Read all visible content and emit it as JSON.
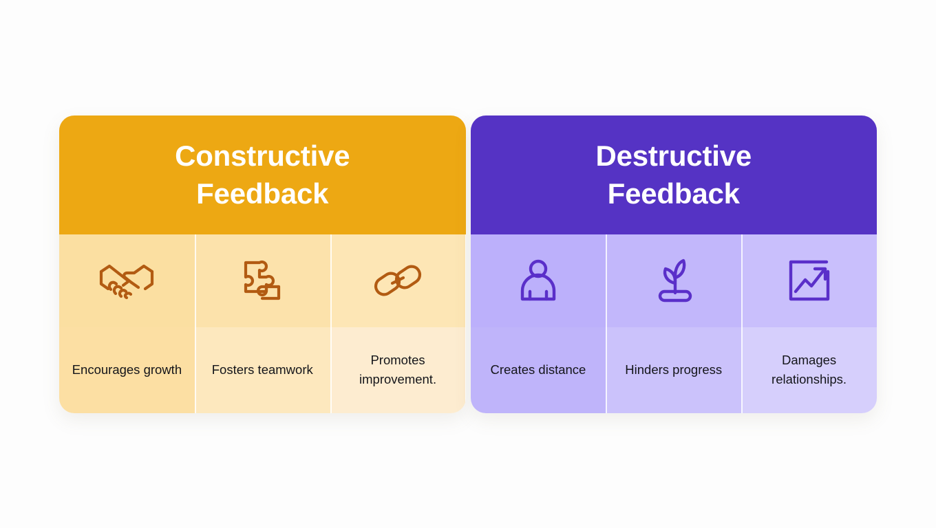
{
  "background_color": "#fdfdfd",
  "panels": [
    {
      "id": "constructive",
      "title": "Constructive Feedback",
      "header_color": "#eda813",
      "icon_color": "#b25b12",
      "text_color": "#14151a",
      "columns": [
        {
          "icon": "handshake-icon",
          "caption": "Encourages growth"
        },
        {
          "icon": "puzzle-piece-icon",
          "caption": "Fosters teamwork"
        },
        {
          "icon": "chain-link-icon",
          "caption": "Promotes improvement."
        }
      ]
    },
    {
      "id": "destructive",
      "title": "Destructive Feedback",
      "header_color": "#5533c4",
      "icon_color": "#5a2fc9",
      "text_color": "#14151a",
      "columns": [
        {
          "icon": "single-person-icon",
          "caption": "Creates distance"
        },
        {
          "icon": "sprout-plant-icon",
          "caption": "Hinders progress"
        },
        {
          "icon": "growth-chart-icon",
          "caption": "Damages relationships."
        }
      ]
    }
  ]
}
